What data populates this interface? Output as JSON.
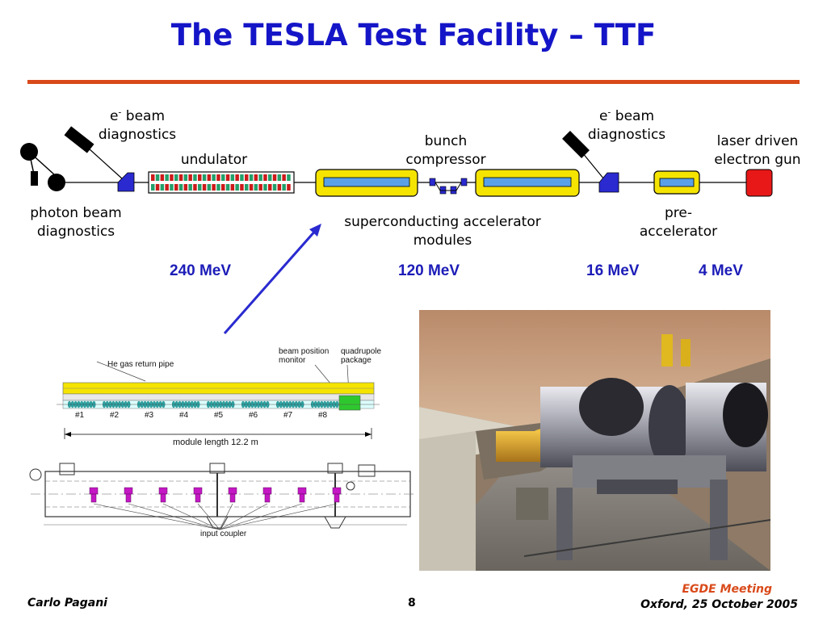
{
  "slide": {
    "title": "The TESLA Test Facility – TTF",
    "footer_left": "Carlo Pagani",
    "page_number": "8",
    "footer_right_top": "EGDE Meeting",
    "footer_right_bottom": "Oxford, 25 October 2005"
  },
  "layout_labels": {
    "e_beam_left_1": "e",
    "e_beam_left_sup": "-",
    "e_beam_left_2": " beam",
    "e_beam_left_3": "diagnostics",
    "undulator": "undulator",
    "bunch_1": "bunch",
    "bunch_2": "compressor",
    "e_beam_right_1": "e",
    "e_beam_right_sup": "-",
    "e_beam_right_2": " beam",
    "e_beam_right_3": "diagnostics",
    "gun_1": "laser driven",
    "gun_2": "electron gun",
    "photon_1": "photon beam",
    "photon_2": "diagnostics",
    "sc_1": "superconducting accelerator",
    "sc_2": "modules",
    "pre_1": "pre-",
    "pre_2": "accelerator"
  },
  "energies": {
    "e240": "240 MeV",
    "e120": "120 MeV",
    "e16": "16 MeV",
    "e4": "4 MeV"
  },
  "module_drawing": {
    "he_pipe": "He gas return pipe",
    "bpm_1": "beam position",
    "bpm_2": "monitor",
    "quad_1": "quadrupole",
    "quad_2": "package",
    "cavities": [
      "#1",
      "#2",
      "#3",
      "#4",
      "#5",
      "#6",
      "#7",
      "#8"
    ],
    "module_length": "module length  12.2 m",
    "input_coupler": "input coupler"
  },
  "colors": {
    "title": "#1515c8",
    "rule": "#d94a1a",
    "energy": "#1c1cb8",
    "footer_meeting": "#d94a1a",
    "module_yellow": "#f5e400",
    "module_blue": "#5aa0e6",
    "gun_red": "#e81818",
    "diag_blue": "#2a2ad0"
  }
}
